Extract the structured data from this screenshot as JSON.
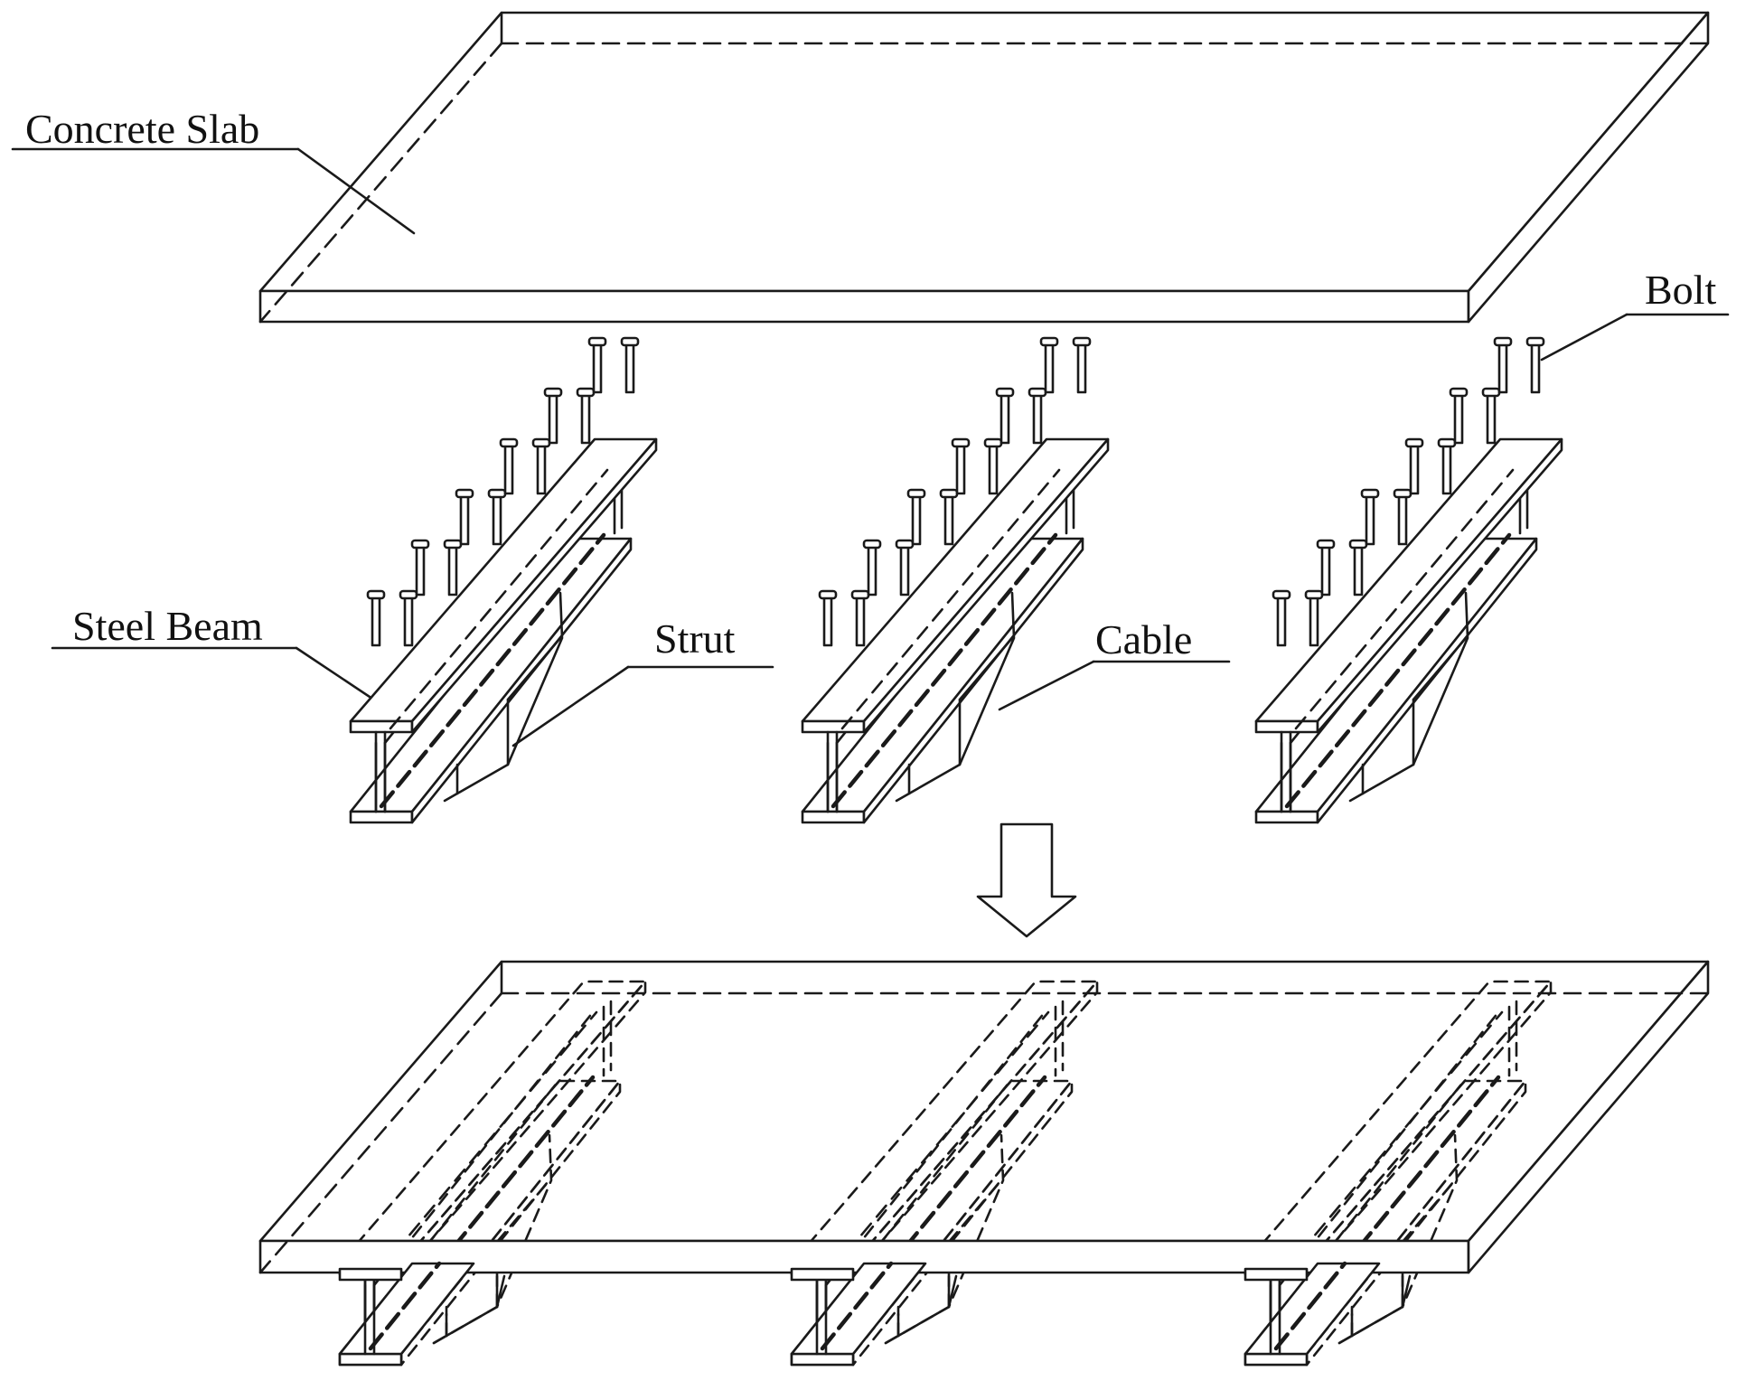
{
  "labels": {
    "concrete_slab": "Concrete Slab",
    "bolt": "Bolt",
    "steel_beam": "Steel Beam",
    "strut": "Strut",
    "cable": "Cable"
  },
  "colors": {
    "line": "#1a1a1a",
    "background": "#ffffff"
  }
}
